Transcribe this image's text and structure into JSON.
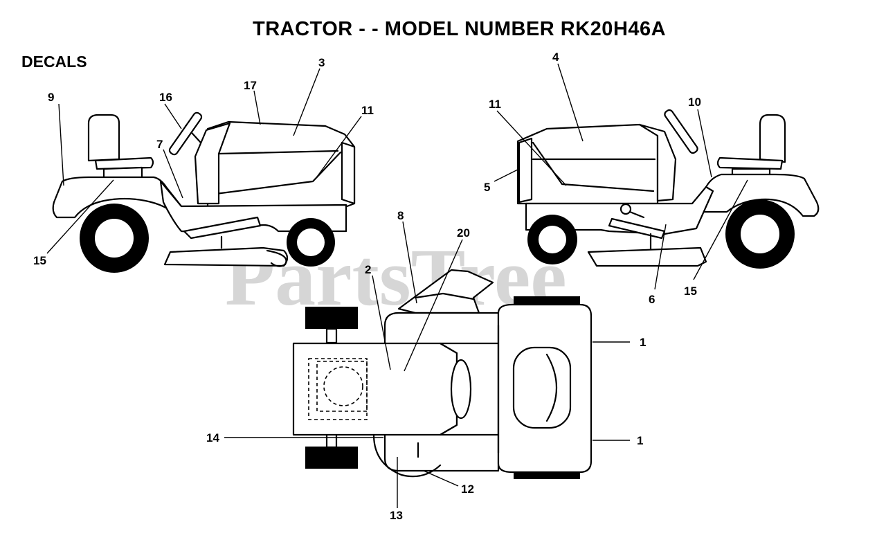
{
  "title": "TRACTOR - - MODEL NUMBER RK20H46A",
  "section": "DECALS",
  "watermark": "PartsTree",
  "callouts": {
    "c1a": "1",
    "c1b": "1",
    "c2": "2",
    "c3": "3",
    "c4": "4",
    "c5": "5",
    "c6": "6",
    "c7": "7",
    "c8": "8",
    "c9": "9",
    "c10": "10",
    "c11a": "11",
    "c11b": "11",
    "c12": "12",
    "c13": "13",
    "c14": "14",
    "c15a": "15",
    "c15b": "15",
    "c16": "16",
    "c17": "17",
    "c20": "20"
  }
}
